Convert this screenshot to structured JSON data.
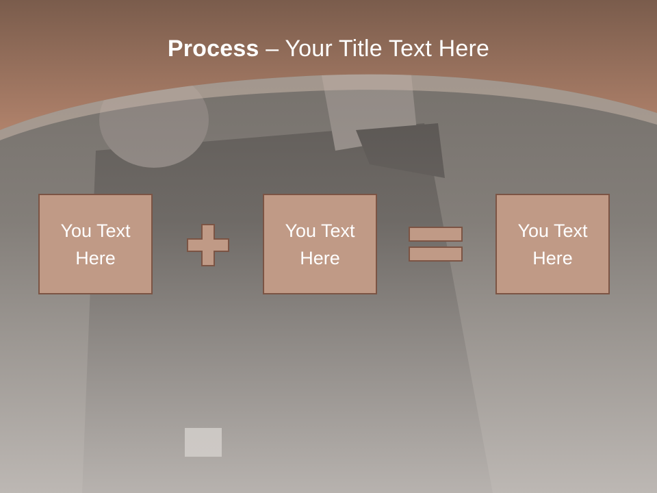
{
  "slide": {
    "title_bold": "Process",
    "title_separator": " – ",
    "title_rest": "Your Title Text Here"
  },
  "boxes": [
    {
      "label": "You Text Here"
    },
    {
      "label": "You Text Here"
    },
    {
      "label": "You Text Here"
    }
  ],
  "operators": [
    "plus-icon",
    "equals-icon"
  ],
  "colors": {
    "header_band": "#a57b66",
    "box_fill": "#c09a86",
    "box_border": "#7b5444",
    "title_text": "#ffffff"
  }
}
